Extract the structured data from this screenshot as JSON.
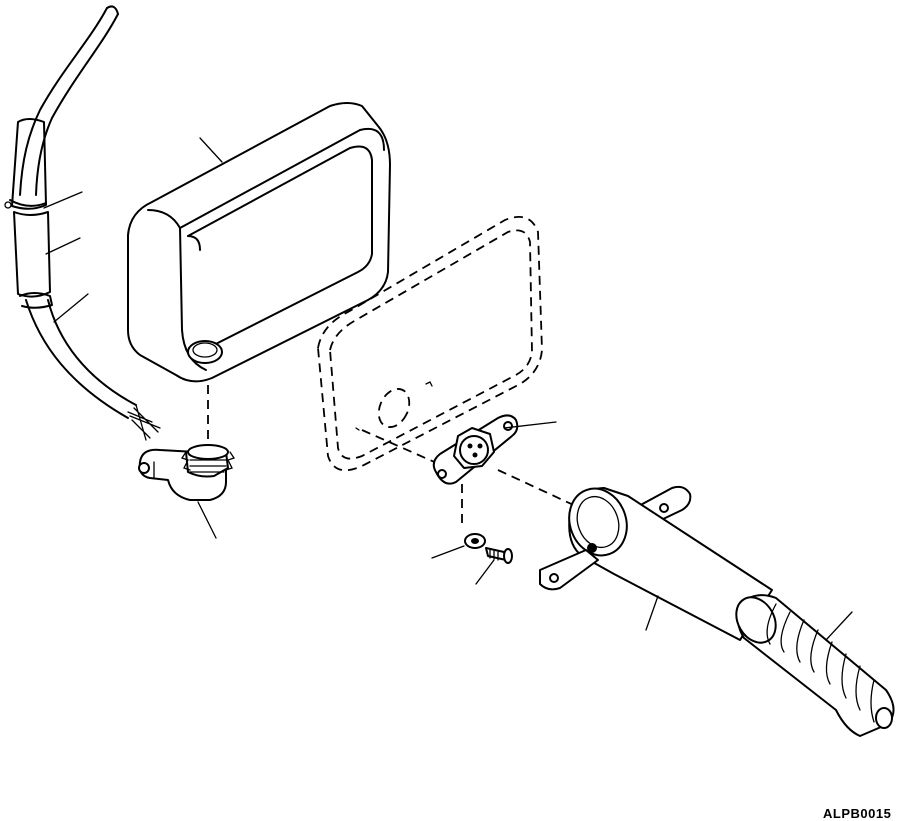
{
  "drawing_code": "ALPB0015",
  "parts": [
    {
      "id": "wiring-harness",
      "icon": "harness-icon"
    },
    {
      "id": "lamp-housing",
      "icon": "housing-icon"
    },
    {
      "id": "mounting-plate",
      "icon": "plate-icon"
    },
    {
      "id": "connector-socket",
      "icon": "socket-icon"
    },
    {
      "id": "elbow-connector",
      "icon": "elbow-icon"
    },
    {
      "id": "washer",
      "icon": "washer-icon"
    },
    {
      "id": "screw",
      "icon": "screw-icon"
    },
    {
      "id": "boot-cover",
      "icon": "boot-icon"
    },
    {
      "id": "spiral-tube",
      "icon": "spiral-icon"
    }
  ]
}
